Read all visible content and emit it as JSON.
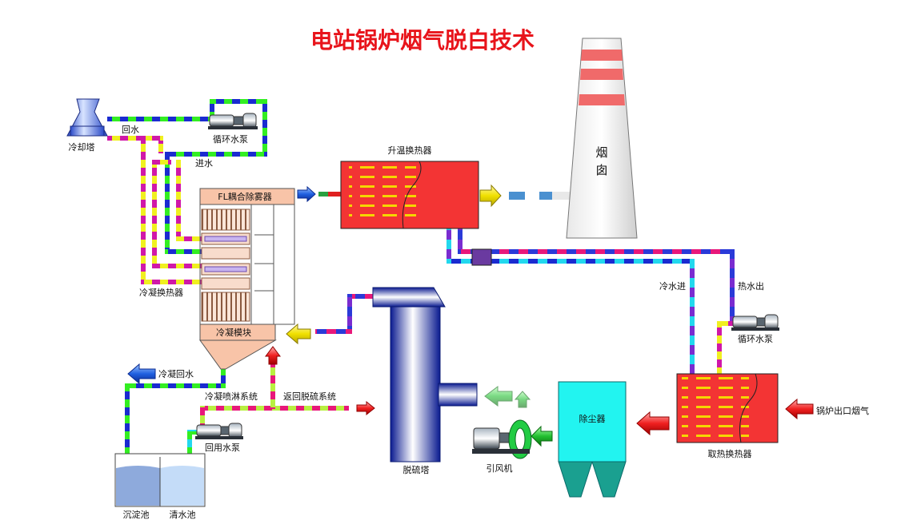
{
  "title": "电站锅炉烟气脱白技术",
  "labels": {
    "cooling_tower": "冷却塔",
    "return_water": "回水",
    "circ_pump_top": "循环水泵",
    "inlet_water": "进水",
    "fl_demister": "FL耦合除雾器",
    "condensing_hx": "冷凝换热器",
    "condensing_module": "冷凝模块",
    "heating_hx": "升温换热器",
    "chimney_line1": "烟",
    "chimney_line2": "囱",
    "cold_water_in": "冷水进",
    "hot_water_out": "热水出",
    "circ_pump_right": "循环水泵",
    "condensate_return": "冷凝回水",
    "spray_system": "冷凝喷淋系统",
    "return_desulf": "返回脱硫系统",
    "reuse_pump": "回用水泵",
    "sed_tank": "沉淀池",
    "clear_tank": "清水池",
    "desulf_tower": "脱硫塔",
    "induced_fan": "引风机",
    "dust_collector": "除尘器",
    "heat_extract_hx": "取热换热器",
    "boiler_outlet": "锅炉出口烟气"
  },
  "colors": {
    "title": "#e8141b",
    "hx_red": "#f33434",
    "hx_slot": "#f5d600",
    "pipe_blue": "#1a2bd0",
    "pipe_green": "#33ee22",
    "pipe_yellow": "#f0f020",
    "pipe_magenta": "#d018a8",
    "pipe_cyan": "#22d8ee",
    "pipe_pink": "#e8187a",
    "tower_blue": "#2046c8",
    "dust_cyan": "#22f4f0",
    "dust_teal": "#1aa090",
    "fan_green": "#22cc44",
    "chimney_stripe": "#f06a6a",
    "module_fill": "#f8c4a8"
  },
  "icons": [
    "cooling-tower-icon",
    "pump-icon",
    "fan-icon",
    "chimney-icon",
    "flow-arrow-icon"
  ]
}
